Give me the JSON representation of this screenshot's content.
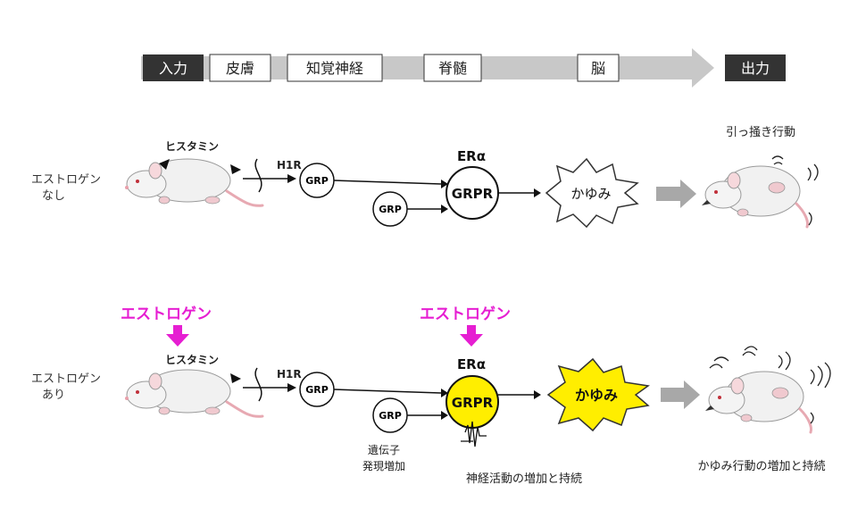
{
  "header": {
    "input": "入力",
    "skin": "皮膚",
    "sensory_nerve": "知覚神経",
    "spinal_cord": "脊髄",
    "brain": "脳",
    "output": "出力"
  },
  "row_top": {
    "label_line1": "エストロゲン",
    "label_line2": "なし",
    "histamine": "ヒスタミン",
    "h1r": "H1R",
    "grp_1": "GRP",
    "grp_2": "GRP",
    "er_alpha": "ERα",
    "grpr": "GRPR",
    "itch": "かゆみ",
    "behavior": "引っ掻き行動"
  },
  "row_bottom": {
    "label_line1": "エストロゲン",
    "label_line2": "あり",
    "estrogen_left": "エストロゲン",
    "estrogen_center": "エストロゲン",
    "histamine": "ヒスタミン",
    "h1r": "H1R",
    "grp_1": "GRP",
    "grp_2": "GRP",
    "er_alpha": "ERα",
    "grpr": "GRPR",
    "itch": "かゆみ",
    "gene_line1": "遺伝子",
    "gene_line2": "発現増加",
    "neural_activity": "神経活動の増加と持続",
    "behavior": "かゆみ行動の増加と持続"
  },
  "colors": {
    "dark_box": "#333333",
    "arrow_gray": "#c8c8c8",
    "magenta": "#e61ed2",
    "highlight_yellow": "#ffee00"
  }
}
